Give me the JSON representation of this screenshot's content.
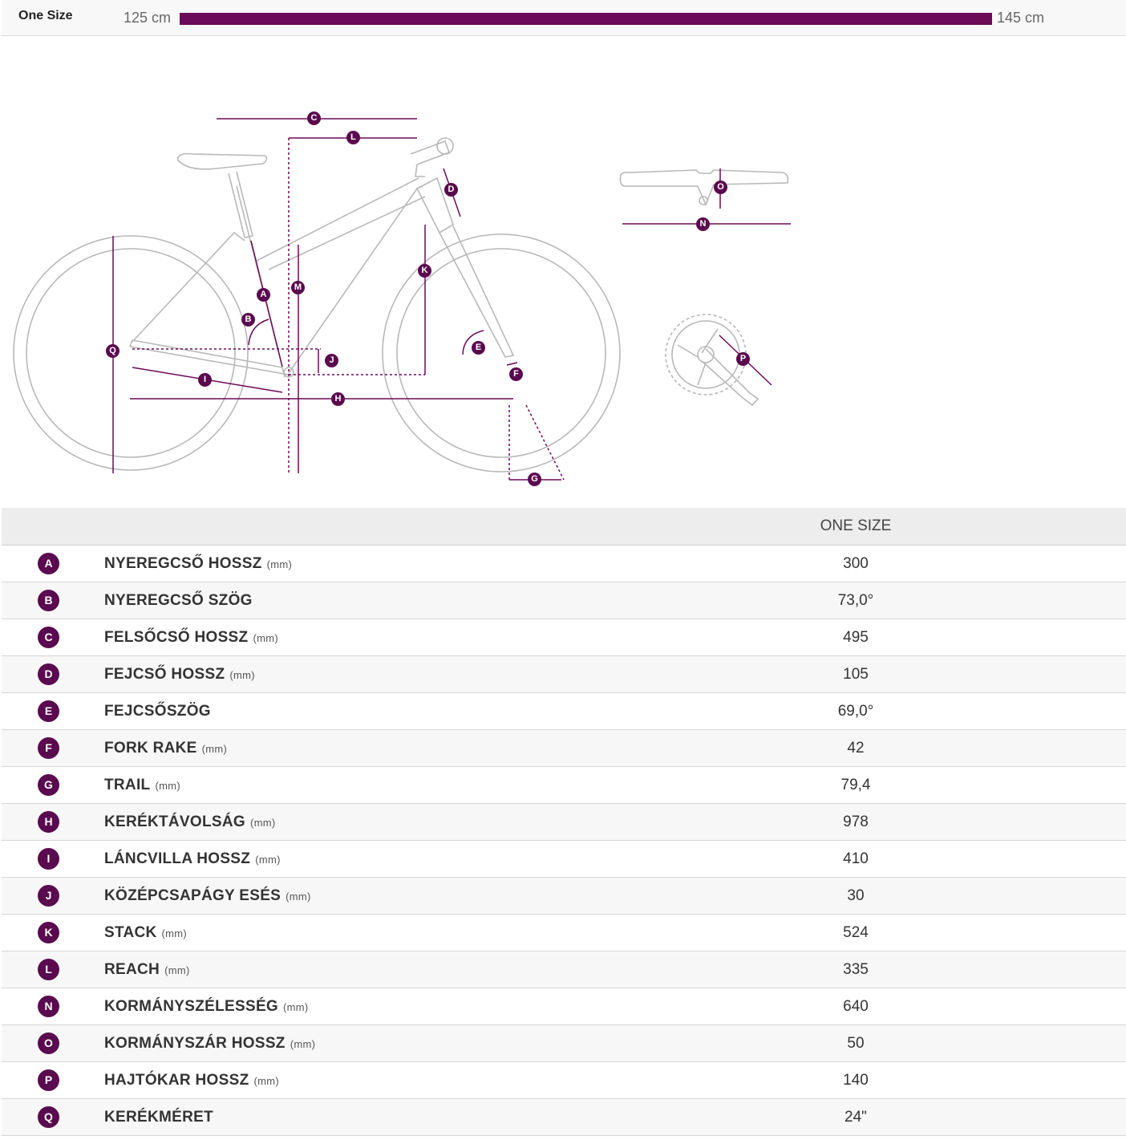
{
  "size_bar": {
    "size_name": "One Size",
    "height_min": "125 cm",
    "height_max": "145 cm"
  },
  "diagram": {
    "labels": [
      "A",
      "B",
      "C",
      "D",
      "E",
      "F",
      "G",
      "H",
      "I",
      "J",
      "K",
      "L",
      "M",
      "N",
      "O",
      "P",
      "Q"
    ]
  },
  "table": {
    "size_header": "ONE SIZE",
    "rows": [
      {
        "letter": "A",
        "name": "NYEREGCSŐ HOSSZ",
        "unit": "(mm)",
        "value": "300"
      },
      {
        "letter": "B",
        "name": "NYEREGCSŐ SZÖG",
        "unit": "",
        "value": "73,0°"
      },
      {
        "letter": "C",
        "name": "FELSŐCSŐ HOSSZ",
        "unit": "(mm)",
        "value": "495"
      },
      {
        "letter": "D",
        "name": "FEJCSŐ HOSSZ",
        "unit": "(mm)",
        "value": "105"
      },
      {
        "letter": "E",
        "name": "FEJCSŐSZÖG",
        "unit": "",
        "value": "69,0°"
      },
      {
        "letter": "F",
        "name": "FORK RAKE",
        "unit": "(mm)",
        "value": "42"
      },
      {
        "letter": "G",
        "name": "TRAIL",
        "unit": "(mm)",
        "value": "79,4"
      },
      {
        "letter": "H",
        "name": "KERÉKTÁVOLSÁG",
        "unit": "(mm)",
        "value": "978"
      },
      {
        "letter": "I",
        "name": "LÁNCVILLA HOSSZ",
        "unit": "(mm)",
        "value": "410"
      },
      {
        "letter": "J",
        "name": "KÖZÉPCSAPÁGY ESÉS",
        "unit": "(mm)",
        "value": "30"
      },
      {
        "letter": "K",
        "name": "STACK",
        "unit": "(mm)",
        "value": "524"
      },
      {
        "letter": "L",
        "name": "REACH",
        "unit": "(mm)",
        "value": "335"
      },
      {
        "letter": "N",
        "name": "KORMÁNYSZÉLESSÉG",
        "unit": "(mm)",
        "value": "640"
      },
      {
        "letter": "O",
        "name": "KORMÁNYSZÁR HOSSZ",
        "unit": "(mm)",
        "value": "50"
      },
      {
        "letter": "P",
        "name": "HAJTÓKAR HOSSZ",
        "unit": "(mm)",
        "value": "140"
      },
      {
        "letter": "Q",
        "name": "KERÉKMÉRET",
        "unit": "",
        "value": "24\""
      }
    ]
  },
  "colors": {
    "accent": "#6b0a57",
    "badge": "#5a0a4e",
    "bike_line": "#b8b8b8"
  }
}
